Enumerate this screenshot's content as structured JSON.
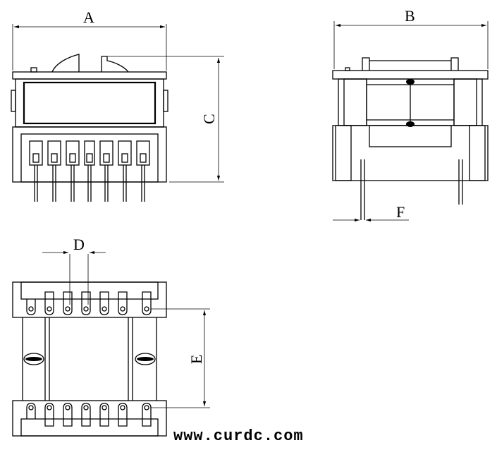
{
  "dimensions": {
    "A": "A",
    "B": "B",
    "C": "C",
    "D": "D",
    "E": "E",
    "F": "F"
  },
  "watermark": "www.curdc.com"
}
